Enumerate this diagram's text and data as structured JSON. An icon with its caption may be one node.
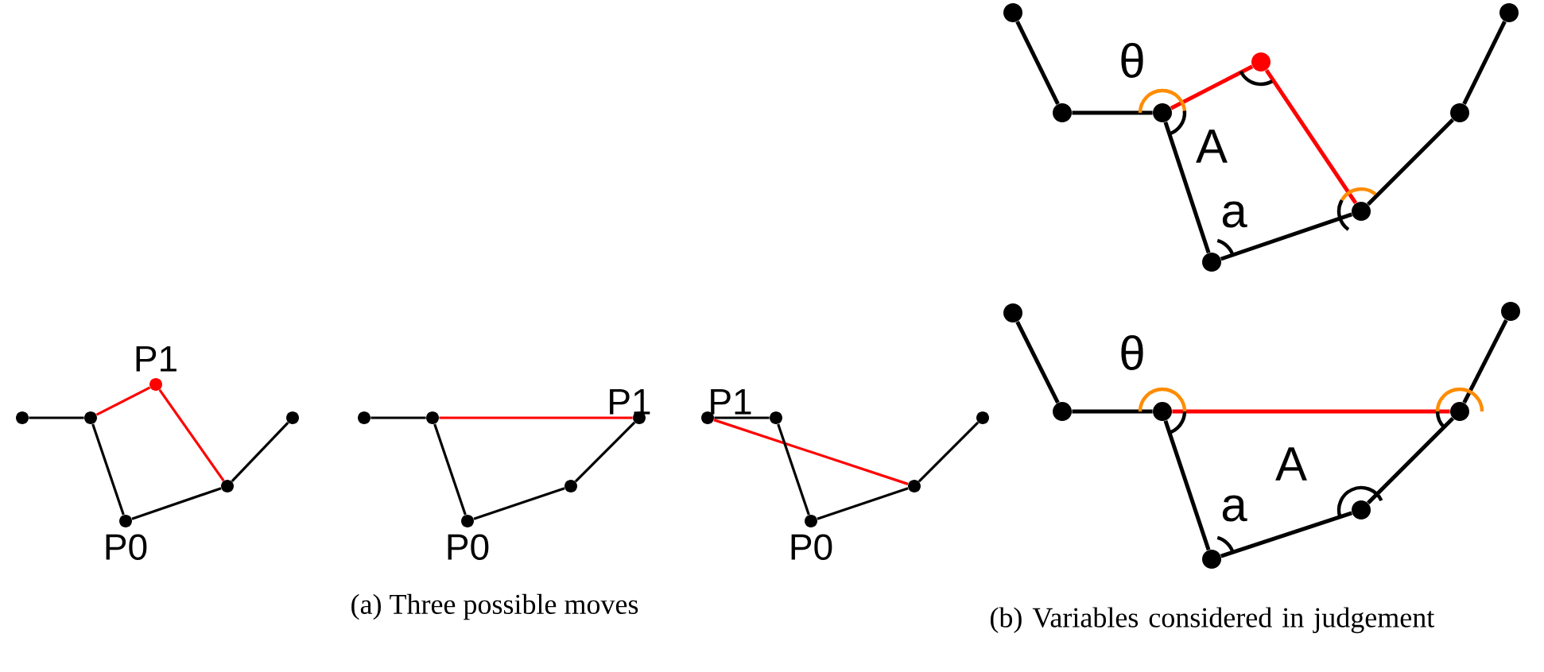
{
  "diagram": {
    "nodes": [
      {
        "text": [],
        "shape": "circle"
      },
      {
        "text": [],
        "shape": "circle"
      },
      {
        "text": [],
        "shape": "circle",
        "beside": [
          "P1"
        ]
      },
      {
        "text": [],
        "shape": "circle",
        "beside": [
          "P0"
        ]
      },
      {
        "text": [],
        "shape": "circle"
      },
      {
        "text": [],
        "shape": "circle"
      },
      {
        "text": [],
        "shape": "circle"
      },
      {
        "text": [],
        "shape": "circle"
      },
      {
        "text": [],
        "shape": "circle",
        "beside": [
          "P0"
        ]
      },
      {
        "text": [],
        "shape": "circle"
      },
      {
        "text": [],
        "shape": "circle",
        "beside": [
          "P1"
        ]
      },
      {
        "text": [],
        "shape": "circle",
        "beside": [
          "P1"
        ]
      },
      {
        "text": [],
        "shape": "circle"
      },
      {
        "text": [],
        "shape": "circle",
        "beside": [
          "P0"
        ]
      },
      {
        "text": [],
        "shape": "circle"
      },
      {
        "text": [],
        "shape": "circle"
      },
      {
        "text": [],
        "shape": "circle"
      },
      {
        "text": [],
        "shape": "circle"
      },
      {
        "text": [],
        "shape": "circle"
      },
      {
        "text": [],
        "shape": "circle"
      },
      {
        "text": [],
        "shape": "circle"
      },
      {
        "text": [],
        "shape": "circle"
      },
      {
        "text": [],
        "shape": "circle"
      },
      {
        "text": [],
        "shape": "circle"
      },
      {
        "text": [],
        "shape": "circle"
      },
      {
        "text": [],
        "shape": "circle"
      },
      {
        "text": [],
        "shape": "circle"
      },
      {
        "text": [],
        "shape": "circle"
      },
      {
        "text": [],
        "shape": "circle"
      },
      {
        "text": [],
        "shape": "circle"
      },
      {
        "text": [],
        "shape": "circle"
      }
    ],
    "edges": [
      {
        "from": 0,
        "to": 1,
        "arrow": "none"
      },
      {
        "from": 1,
        "to": 2,
        "arrow": "none",
        "color": "#ff0000"
      },
      {
        "from": 2,
        "to": 4,
        "arrow": "none",
        "color": "#ff0000"
      },
      {
        "from": 4,
        "to": 5,
        "arrow": "none"
      },
      {
        "from": 1,
        "to": 3,
        "arrow": "none"
      },
      {
        "from": 3,
        "to": 4,
        "arrow": "none"
      },
      {
        "from": 6,
        "to": 7,
        "arrow": "none"
      },
      {
        "from": 7,
        "to": 10,
        "arrow": "none",
        "color": "#ff0000"
      },
      {
        "from": 10,
        "to": 9,
        "arrow": "none"
      },
      {
        "from": 9,
        "to": 8,
        "arrow": "none"
      },
      {
        "from": 8,
        "to": 7,
        "arrow": "none"
      },
      {
        "from": 11,
        "to": 12,
        "arrow": "none"
      },
      {
        "from": 11,
        "to": 14,
        "arrow": "none",
        "color": "#ff0000"
      },
      {
        "from": 14,
        "to": 15,
        "arrow": "none"
      },
      {
        "from": 12,
        "to": 13,
        "arrow": "none"
      },
      {
        "from": 13,
        "to": 14,
        "arrow": "none"
      },
      {
        "from": 16,
        "to": 17,
        "arrow": "none"
      },
      {
        "from": 17,
        "to": 18,
        "arrow": "none"
      },
      {
        "from": 18,
        "to": 20,
        "arrow": "none",
        "color": "#ff0000"
      },
      {
        "from": 20,
        "to": 21,
        "arrow": "none",
        "color": "#ff0000"
      },
      {
        "from": 21,
        "to": 22,
        "arrow": "none"
      },
      {
        "from": 22,
        "to": 23,
        "arrow": "none"
      },
      {
        "from": 18,
        "to": 19,
        "arrow": "none"
      },
      {
        "from": 19,
        "to": 21,
        "arrow": "none"
      },
      {
        "from": 24,
        "to": 25,
        "arrow": "none"
      },
      {
        "from": 25,
        "to": 26,
        "arrow": "none"
      },
      {
        "from": 26,
        "to": 29,
        "arrow": "none",
        "color": "#ff0000"
      },
      {
        "from": 29,
        "to": 30,
        "arrow": "none"
      },
      {
        "from": 26,
        "to": 27,
        "arrow": "none"
      },
      {
        "from": 27,
        "to": 28,
        "arrow": "none"
      },
      {
        "from": 28,
        "to": 29,
        "arrow": "none"
      }
    ],
    "labels": [
      "θ",
      "A",
      "a",
      "θ",
      "A",
      "a",
      "(a) Three possible moves",
      "(b) Variables considered in judgement"
    ]
  }
}
